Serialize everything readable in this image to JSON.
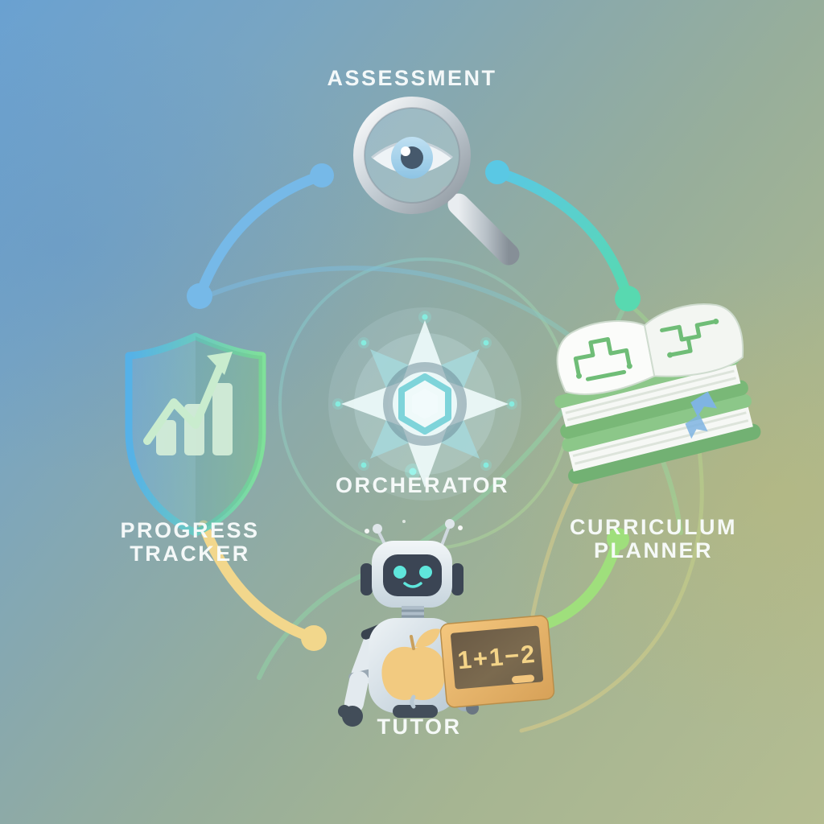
{
  "title": "AI tutoring multi-agent diagram",
  "colors": {
    "connector_blue": "#76B9E8",
    "connector_teal_start": "#5AC8E4",
    "connector_teal_end": "#58D9B0",
    "connector_yellow": "#F2D78C",
    "connector_green": "#9FDF7C",
    "label_text": "#FAFDFD",
    "board_text": "#F4D488",
    "background_top_left": "#6AA1D1",
    "background_bottom_right": "#B5BD91"
  },
  "nodes": {
    "assessment": {
      "label": "ASSESSMENT",
      "icon": "magnifier-eye-icon"
    },
    "orchestrator": {
      "label": "ORCHERATOR",
      "icon": "star-hexagon-icon"
    },
    "progress_tracker": {
      "label_line1": "PROGRESS",
      "label_line2": "TRACKER",
      "icon": "shield-bar-chart-icon"
    },
    "curriculum_planner": {
      "label_line1": "CURRICULUM",
      "label_line2": "PLANNER",
      "icon": "book-stack-icon"
    },
    "tutor": {
      "label": "TUTOR",
      "icon": "robot-teacher-icon",
      "board_text": "1+1−2"
    }
  },
  "connectors": [
    {
      "from": "assessment",
      "to": "progress_tracker",
      "color": "#76B9E8"
    },
    {
      "from": "assessment",
      "to": "curriculum_planner",
      "color": "#5AC8E4 → #58D9B0"
    },
    {
      "from": "progress_tracker",
      "to": "tutor",
      "color": "#F2D78C"
    },
    {
      "from": "curriculum_planner",
      "to": "tutor",
      "color": "#9FDF7C"
    }
  ]
}
